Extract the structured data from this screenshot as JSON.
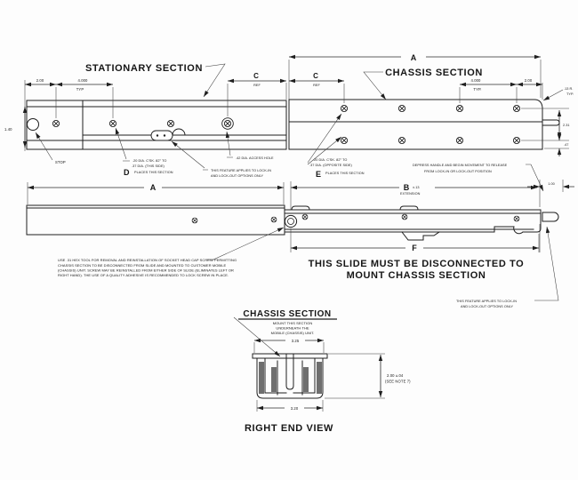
{
  "drawing": {
    "top_view": {
      "stationary_title": "STATIONARY SECTION",
      "chassis_title": "CHASSIS SECTION",
      "dim_a": "A",
      "dim_2_00_left": "2.00",
      "dim_4000_left": "4.000",
      "typ_left": "TYP",
      "dim_c": "C",
      "ref": "REF",
      "dim_4000_right": "4.000",
      "typ_right": "TYP.",
      "dim_2_00_right": "2.00",
      "dim_13r": ".13 R.",
      "dim_13r_typ": "TYP.",
      "dim_1_40": "1.40",
      "dim_2_31": "2.31",
      "dim_47": ".47",
      "stop_label": "STOP",
      "d_note_line1": ".20 DIA. C'SK. 82° TO",
      "d_note_line2": ".37 DIA. (THIS SIDE)",
      "d_letter": "D",
      "d_note_line3": "PLACES THIS SECTION",
      "access_hole_note": ".42 DIA. ACCESS HOLE",
      "feature_note_line1": "THIS FEATURE APPLIES TO LOCK-IN",
      "feature_note_line2": "AND LOCK-OUT OPTIONS ONLY",
      "e_note_line1": ".20 DIA. C'SK. 82° TO",
      "e_note_line2": ".37 DIA. (OPPOSITE SIDE)",
      "e_letter": "E",
      "e_note_line3": "PLACES THIS SECTION",
      "depress_note_line1": "DEPRESS HANDLE AND BEGIN MOVEMENT TO RELEASE",
      "depress_note_line2": "FROM LOCK-IN OR LOCK-OUT POSITION"
    },
    "extended_view": {
      "dim_a": "A",
      "dim_b": "B",
      "dim_b_tol": "±.13",
      "dim_b_label": "EXTENSION",
      "dim_1_00": "1.00",
      "dim_f": "F",
      "warning_line1": "THIS SLIDE MUST BE DISCONNECTED TO",
      "warning_line2": "MOUNT CHASSIS SECTION",
      "hex_note_line1": "USE .31 HEX TOOL FOR REMOVAL AND REINSTALLATION OF SOCKET HEAD CAP SCREW PERMITTING",
      "hex_note_line2": "CHASSIS SECTION TO BE DISCONNECTED FROM SLIDE AND MOUNTED TO CUSTOMER MOBILE",
      "hex_note_line3": "(CHASSIS) UNIT. SCREW MAY BE REINSTALLED FROM EITHER SIDE OF SLIDE (ELIMINATES LEFT OR",
      "hex_note_line4": "RIGHT HAND). THE USE OF A QUALITY ADHESIVE IS RECOMMENDED TO LOCK SCREW IN PLACE.",
      "feature_note_line1": "THIS FEATURE APPLIES TO LOCK-IN",
      "feature_note_line2": "AND LOCK-OUT OPTIONS ONLY"
    },
    "end_view": {
      "title": "CHASSIS SECTION",
      "mount_line1": "MOUNT THIS SECTION",
      "mount_line2": "UNDERNEATH THE",
      "mount_line3": "MOBILE (CHASSIS) UNIT.",
      "dim_width_top": "3.25",
      "dim_width_bottom": "3.20",
      "dim_height": "2.00 ±.04",
      "dim_height_note": "(SEE NOTE 7)",
      "caption": "RIGHT END VIEW"
    },
    "colors": {
      "line": "#1f1f1f",
      "background": "#ffffff"
    }
  }
}
